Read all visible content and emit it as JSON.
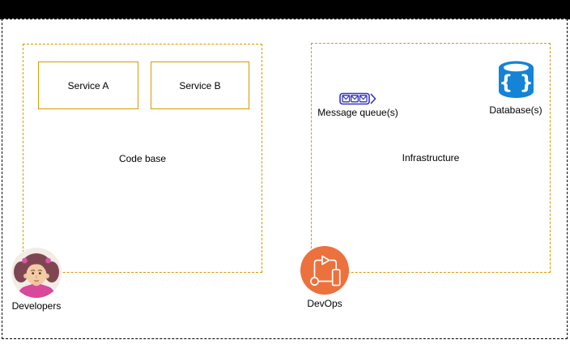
{
  "page": {
    "background": "#ffffff",
    "frame_color": "#000000"
  },
  "groups": {
    "code_base": {
      "label": "Code base"
    },
    "infrastructure": {
      "label": "Infrastructure"
    }
  },
  "nodes": {
    "service_a": {
      "label": "Service A"
    },
    "service_b": {
      "label": "Service B"
    },
    "message_queue": {
      "label": "Message queue(s)",
      "icon": "message-queue-icon"
    },
    "database": {
      "label": "Database(s)",
      "icon": "database-icon"
    }
  },
  "actors": {
    "developers": {
      "label": "Developers",
      "icon": "developer-avatar-icon"
    },
    "devops": {
      "label": "DevOps",
      "icon": "devops-pipeline-icon"
    }
  },
  "colors": {
    "group_border": "#D79B00",
    "service_border": "#D79B00",
    "queue_icon_stroke": "#3434B9",
    "database_icon_fill": "#1583D6",
    "devops_circle_fill": "#ED713C",
    "avatar_hair": "#7E4653",
    "avatar_shirt": "#D8489B"
  }
}
